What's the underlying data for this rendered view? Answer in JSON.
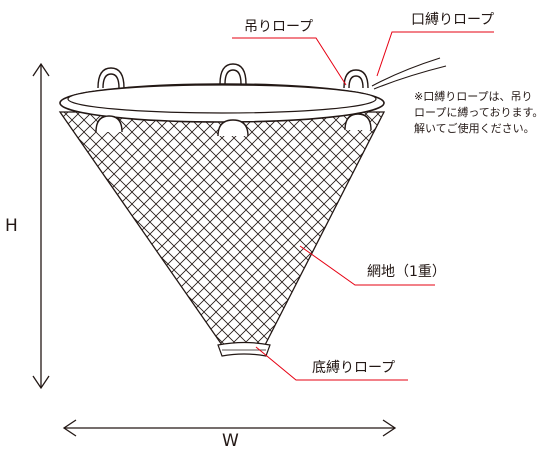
{
  "labels": {
    "suspension_rope": "吊りロープ",
    "mouth_rope": "口縛りロープ",
    "net": "網地（1重）",
    "bottom_rope": "底縛りロープ"
  },
  "note": {
    "line1": "※口縛りロープは、吊り",
    "line2": "ロープに縛っております。",
    "line3": "解いてご使用ください。"
  },
  "dimensions": {
    "height": "H",
    "width": "W"
  },
  "colors": {
    "leader": "#e60012",
    "ink": "#231815"
  }
}
